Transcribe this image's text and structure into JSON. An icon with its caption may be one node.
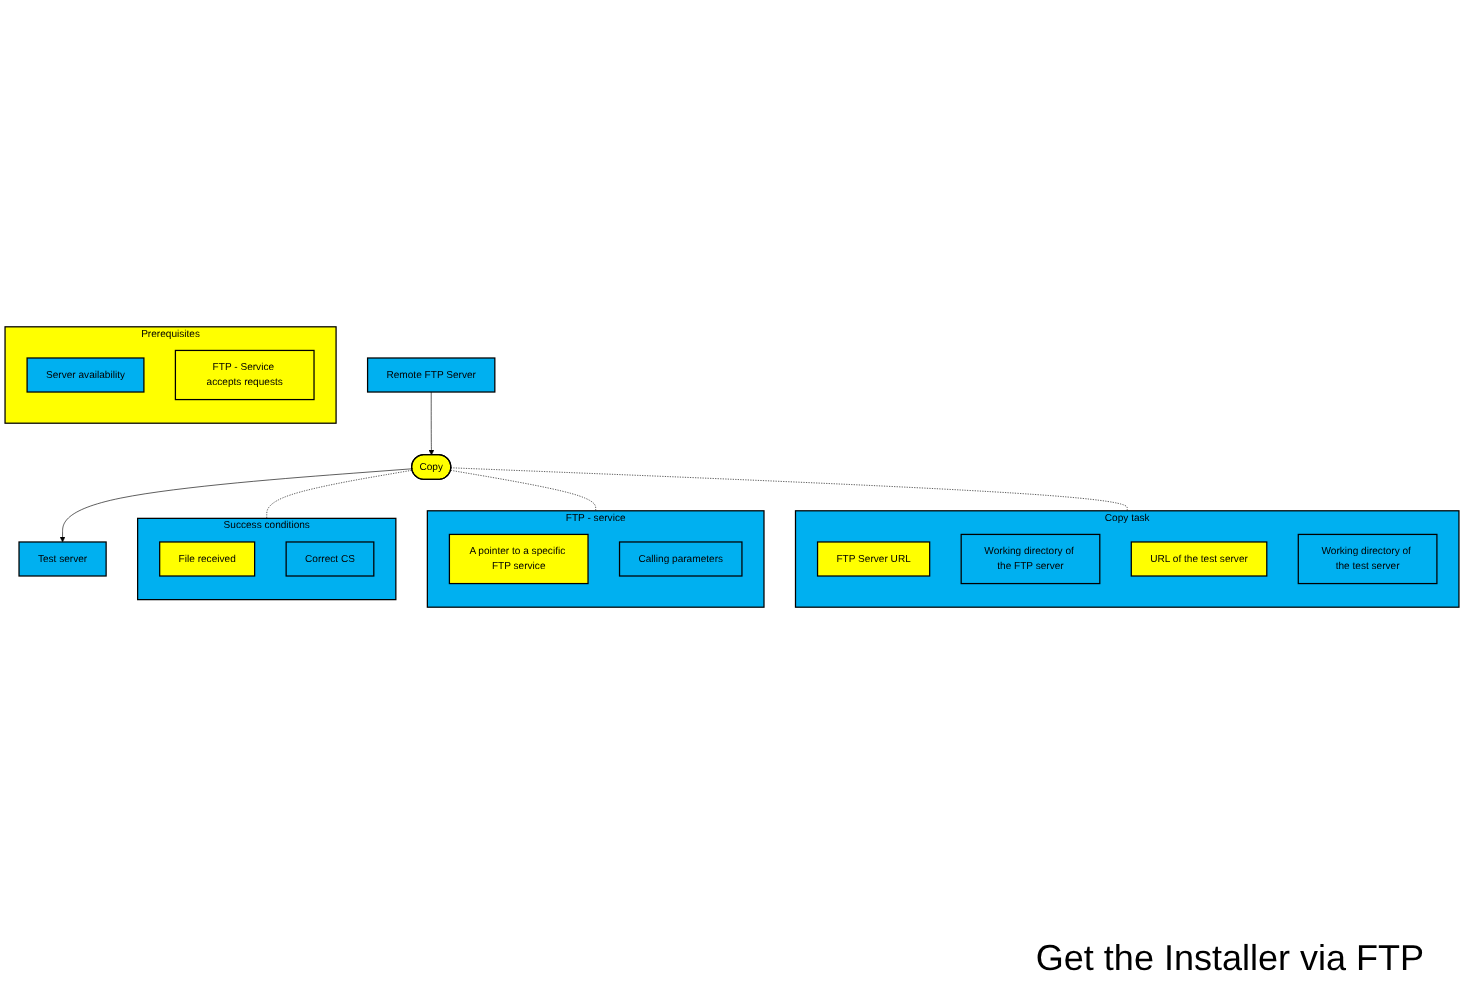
{
  "diagram": {
    "nodes": [
      {
        "text": [
          "Copy"
        ]
      },
      {
        "text": [
          "Test server"
        ]
      },
      {
        "text": [
          "Remote FTP Server"
        ]
      },
      {
        "text": [
          "Success conditions"
        ]
      },
      {
        "text": [
          "File received"
        ],
        "in": 3
      },
      {
        "text": [
          "Correct CS"
        ],
        "in": 3
      },
      {
        "text": [
          "FTP - service"
        ]
      },
      {
        "text": [
          "A pointer to a specific FTP service"
        ],
        "in": 6
      },
      {
        "text": [
          "Calling parameters"
        ],
        "in": 6
      },
      {
        "text": [
          "Copy task"
        ]
      },
      {
        "text": [
          "FTP Server URL"
        ],
        "in": 9
      },
      {
        "text": [
          "Working directory of the FTP server"
        ],
        "in": 9
      },
      {
        "text": [
          "URL of the test server"
        ],
        "in": 9
      },
      {
        "text": [
          "Working directory of the test server"
        ],
        "in": 9
      },
      {
        "text": [
          "Prerequisites"
        ]
      },
      {
        "text": [
          "Server availability"
        ],
        "in": 14
      },
      {
        "text": [
          "FTP - Service accepts requests"
        ],
        "in": 14
      }
    ],
    "edges": [
      {
        "from": 0,
        "to": 1,
        "arrow": "to"
      },
      {
        "from": 2,
        "to": 0,
        "arrow": "to"
      },
      {
        "from": 0,
        "to": 3,
        "arrow": "none",
        "style": "dashed"
      },
      {
        "from": 0,
        "to": 6,
        "arrow": "none",
        "style": "dashed"
      },
      {
        "from": 0,
        "to": 9,
        "arrow": "none",
        "style": "dashed"
      }
    ],
    "labels": [
      "Get the Installer via FTP"
    ]
  }
}
